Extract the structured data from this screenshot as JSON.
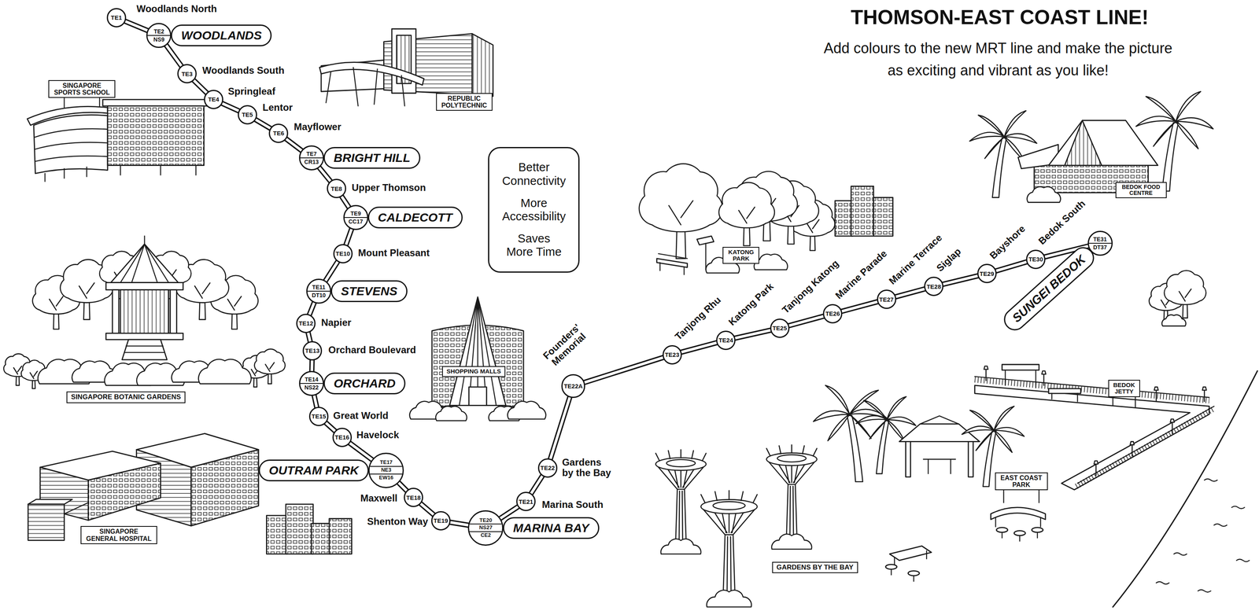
{
  "diagram": {
    "title": "THOMSON-EAST COAST LINE!",
    "nodes": [
      {
        "text": [
          "TE1"
        ]
      },
      {
        "text": [
          "TE2",
          "NS9"
        ]
      },
      {
        "text": [
          "WOODLANDS"
        ]
      },
      {
        "text": [
          "TE3"
        ]
      },
      {
        "text": [
          "TE4"
        ]
      },
      {
        "text": [
          "TE5"
        ]
      },
      {
        "text": [
          "TE6"
        ]
      },
      {
        "text": [
          "TE7",
          "CR13"
        ]
      },
      {
        "text": [
          "BRIGHT HILL"
        ]
      },
      {
        "text": [
          "TE8"
        ]
      },
      {
        "text": [
          "TE9",
          "CC17"
        ]
      },
      {
        "text": [
          "CALDECOTT"
        ]
      },
      {
        "text": [
          "TE10"
        ]
      },
      {
        "text": [
          "TE11",
          "DT10"
        ]
      },
      {
        "text": [
          "STEVENS"
        ]
      },
      {
        "text": [
          "TE12"
        ]
      },
      {
        "text": [
          "TE13"
        ]
      },
      {
        "text": [
          "TE14",
          "NS22"
        ]
      },
      {
        "text": [
          "ORCHARD"
        ]
      },
      {
        "text": [
          "TE15"
        ]
      },
      {
        "text": [
          "TE16"
        ]
      },
      {
        "text": [
          "TE17",
          "NE3",
          "EW16"
        ]
      },
      {
        "text": [
          "OUTRAM PARK"
        ]
      },
      {
        "text": [
          "TE18"
        ]
      },
      {
        "text": [
          "TE19"
        ]
      },
      {
        "text": [
          "TE20",
          "NS27",
          "CE2"
        ]
      },
      {
        "text": [
          "MARINA BAY"
        ]
      },
      {
        "text": [
          "TE21"
        ]
      },
      {
        "text": [
          "TE22"
        ]
      },
      {
        "text": [
          "TE22A"
        ]
      },
      {
        "text": [
          "TE23"
        ]
      },
      {
        "text": [
          "TE24"
        ]
      },
      {
        "text": [
          "TE25"
        ]
      },
      {
        "text": [
          "TE26"
        ]
      },
      {
        "text": [
          "TE27"
        ]
      },
      {
        "text": [
          "TE28"
        ]
      },
      {
        "text": [
          "TE29"
        ]
      },
      {
        "text": [
          "TE30"
        ]
      },
      {
        "text": [
          "TE31",
          "DT37"
        ]
      },
      {
        "text": [
          "SUNGEI BEDOK"
        ]
      },
      {
        "text": [
          "Better Connectivity",
          "More Accessibility",
          "Saves More Time"
        ]
      },
      {
        "text": [
          "SINGAPORE SPORTS SCHOOL"
        ]
      },
      {
        "text": [
          "REPUBLIC POLYTECHNIC"
        ]
      },
      {
        "text": [
          "SINGAPORE BOTANIC GARDENS"
        ]
      },
      {
        "text": [
          "SHOPPING MALLS"
        ]
      },
      {
        "text": [
          "SINGAPORE GENERAL HOSPITAL"
        ]
      },
      {
        "text": [
          "KATONG PARK"
        ]
      },
      {
        "text": [
          "BEDOK FOOD CENTRE"
        ]
      },
      {
        "text": [
          "BEDOK JETTY"
        ]
      },
      {
        "text": [
          "EAST COAST PARK"
        ]
      },
      {
        "text": [
          "GARDENS BY THE BAY"
        ]
      }
    ],
    "edges": [
      {
        "from": 0,
        "to": 1,
        "arrow": "none"
      },
      {
        "from": 1,
        "to": 3,
        "arrow": "none"
      },
      {
        "from": 3,
        "to": 4,
        "arrow": "none"
      },
      {
        "from": 4,
        "to": 5,
        "arrow": "none"
      },
      {
        "from": 5,
        "to": 6,
        "arrow": "none"
      },
      {
        "from": 6,
        "to": 7,
        "arrow": "none"
      },
      {
        "from": 7,
        "to": 9,
        "arrow": "none"
      },
      {
        "from": 9,
        "to": 10,
        "arrow": "none"
      },
      {
        "from": 10,
        "to": 12,
        "arrow": "none"
      },
      {
        "from": 12,
        "to": 13,
        "arrow": "none"
      },
      {
        "from": 13,
        "to": 15,
        "arrow": "none"
      },
      {
        "from": 15,
        "to": 16,
        "arrow": "none"
      },
      {
        "from": 16,
        "to": 17,
        "arrow": "none"
      },
      {
        "from": 17,
        "to": 19,
        "arrow": "none"
      },
      {
        "from": 19,
        "to": 20,
        "arrow": "none"
      },
      {
        "from": 20,
        "to": 21,
        "arrow": "none"
      },
      {
        "from": 21,
        "to": 23,
        "arrow": "none"
      },
      {
        "from": 23,
        "to": 24,
        "arrow": "none"
      },
      {
        "from": 24,
        "to": 25,
        "arrow": "none"
      },
      {
        "from": 25,
        "to": 27,
        "arrow": "none"
      },
      {
        "from": 27,
        "to": 28,
        "arrow": "none"
      },
      {
        "from": 28,
        "to": 29,
        "arrow": "none"
      },
      {
        "from": 29,
        "to": 30,
        "arrow": "none"
      },
      {
        "from": 30,
        "to": 31,
        "arrow": "none"
      },
      {
        "from": 31,
        "to": 32,
        "arrow": "none"
      },
      {
        "from": 32,
        "to": 33,
        "arrow": "none"
      },
      {
        "from": 33,
        "to": 34,
        "arrow": "none"
      },
      {
        "from": 34,
        "to": 35,
        "arrow": "none"
      },
      {
        "from": 35,
        "to": 36,
        "arrow": "none"
      },
      {
        "from": 36,
        "to": 37,
        "arrow": "none"
      },
      {
        "from": 37,
        "to": 38,
        "arrow": "none"
      }
    ],
    "labels": [
      "Add colours to the new MRT line and make the picture as exciting and vibrant as you like!",
      "Woodlands North",
      "Woodlands South",
      "Springleaf",
      "Lentor",
      "Mayflower",
      "Upper Thomson",
      "Mount Pleasant",
      "Napier",
      "Orchard Boulevard",
      "Great World",
      "Havelock",
      "Maxwell",
      "Shenton Way",
      "Marina South",
      "Gardens by the Bay",
      "Founders' Memorial",
      "Tanjong Rhu",
      "Katong Park",
      "Tanjong Katong",
      "Marine Parade",
      "Marine Terrace",
      "Siglap",
      "Bayshore",
      "Bedok South"
    ]
  }
}
